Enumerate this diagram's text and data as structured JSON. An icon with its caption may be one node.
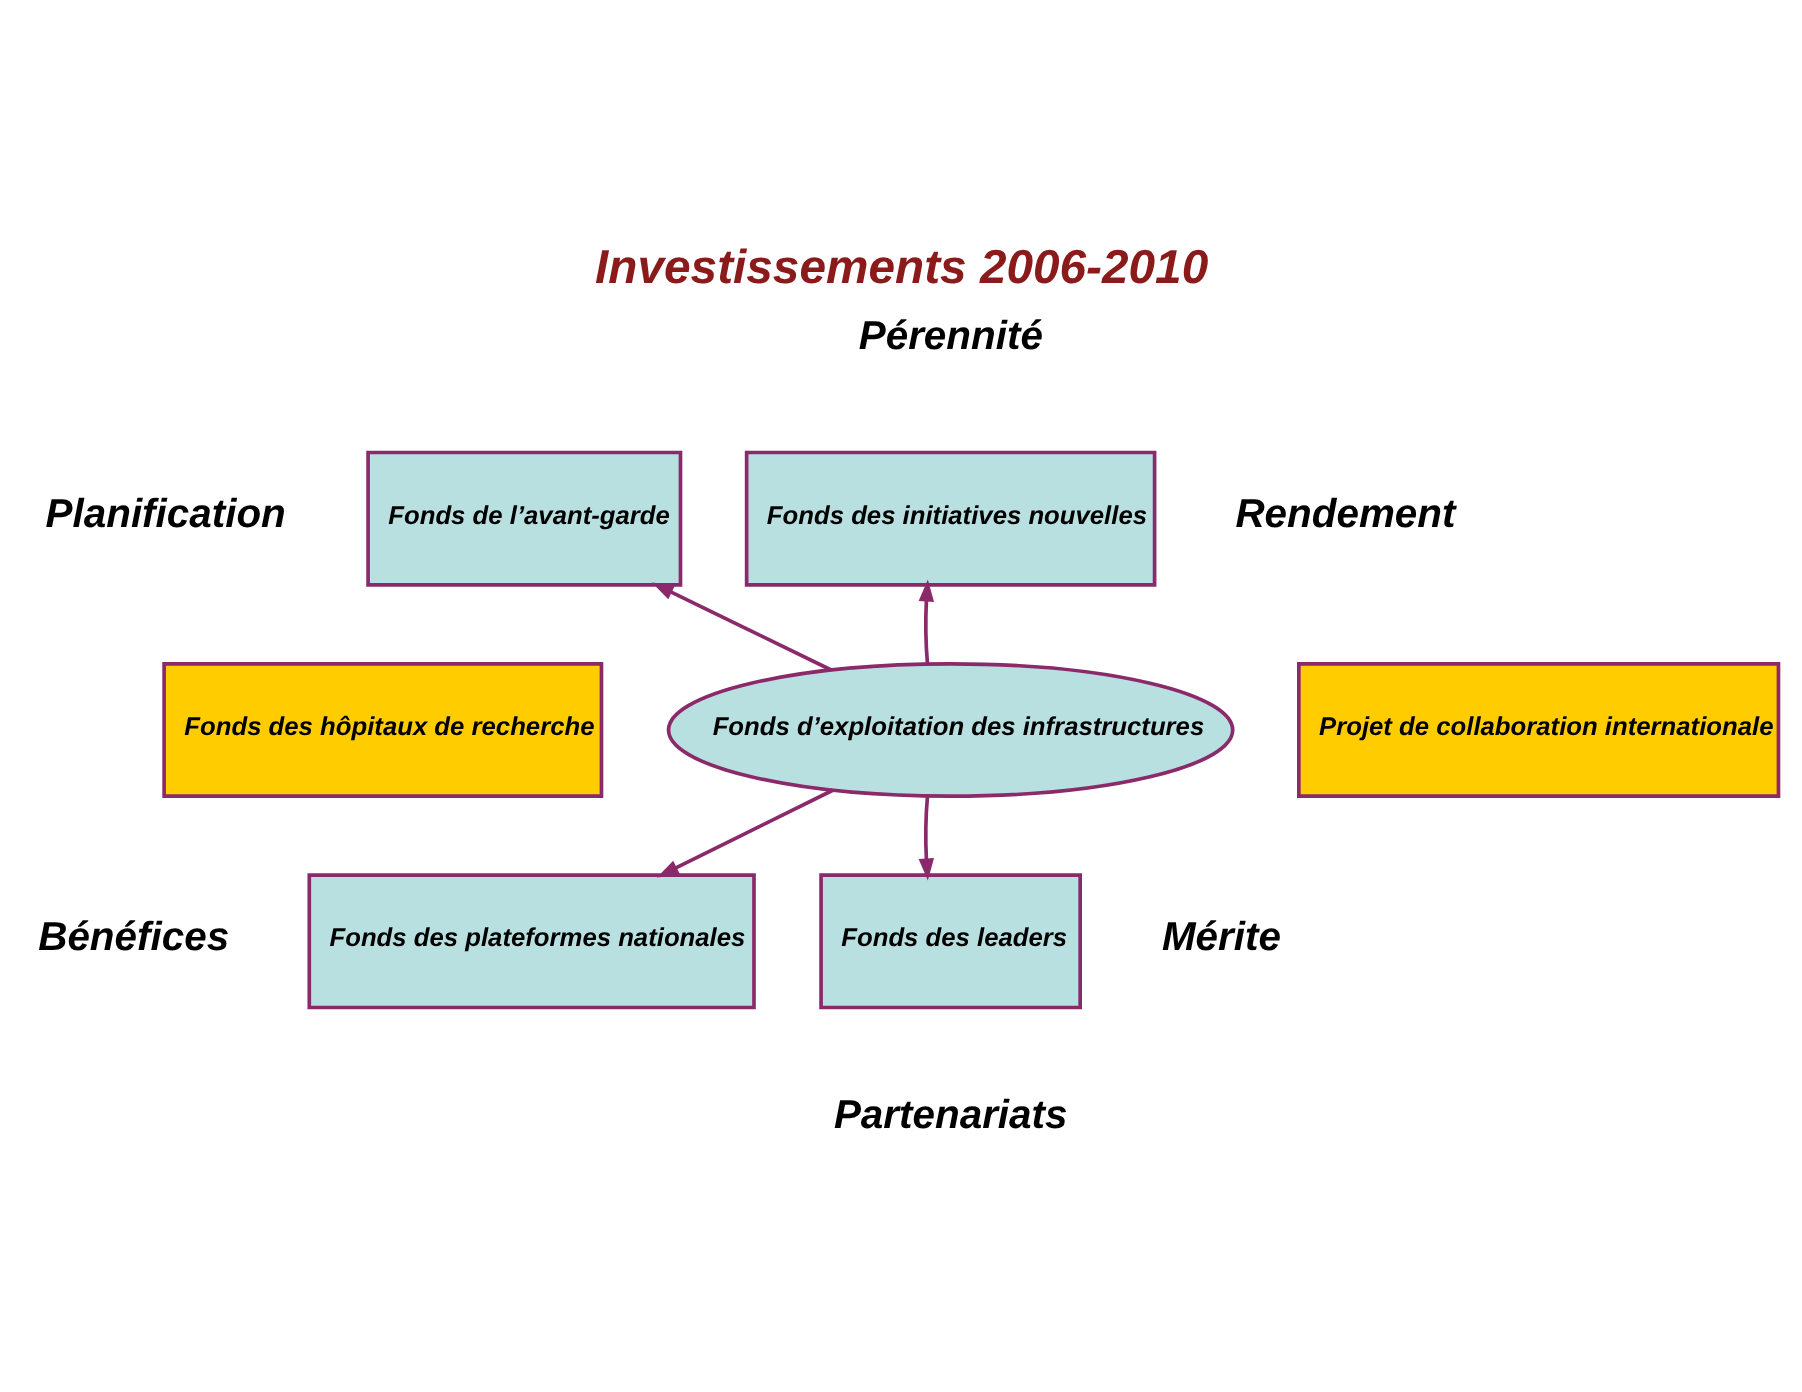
{
  "diagram": {
    "title": "Investissements 2006-2010",
    "nodes": [
      {
        "text": [
          "Fonds de l’avant-garde"
        ]
      },
      {
        "text": [
          "Fonds des initiatives nouvelles"
        ]
      },
      {
        "text": [
          "Fonds des hôpitaux de recherche"
        ]
      },
      {
        "text": [
          "Fonds d’exploitation des infrastructures"
        ]
      },
      {
        "text": [
          "Projet de collaboration internationale"
        ]
      },
      {
        "text": [
          "Fonds des plateformes nationales"
        ]
      },
      {
        "text": [
          "Fonds des leaders"
        ]
      }
    ],
    "edges": [
      {
        "from": 3,
        "to": 0,
        "arrow": "to"
      },
      {
        "from": 3,
        "to": 1,
        "arrow": "to"
      },
      {
        "from": 3,
        "to": 5,
        "arrow": "to"
      },
      {
        "from": 3,
        "to": 6,
        "arrow": "to"
      }
    ],
    "labels": [
      "Pérennité",
      "Planification",
      "Rendement",
      "Bénéfices",
      "Mérite",
      "Partenariats"
    ]
  }
}
